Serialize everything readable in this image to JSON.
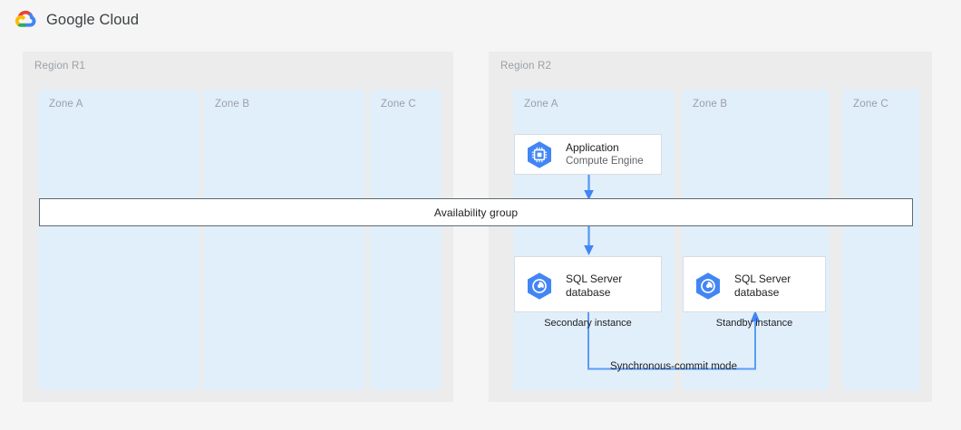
{
  "header": {
    "logo_icon": "google-cloud-logo",
    "title": "Google Cloud"
  },
  "diagram": {
    "availability_group_label": "Availability group",
    "sync_mode_label": "Synchronous-commit mode",
    "regions": [
      {
        "id": "r1",
        "label": "Region R1",
        "zones": [
          {
            "id": "r1-a",
            "label": "Zone A"
          },
          {
            "id": "r1-b",
            "label": "Zone B"
          },
          {
            "id": "r1-c",
            "label": "Zone C"
          }
        ]
      },
      {
        "id": "r2",
        "label": "Region R2",
        "zones": [
          {
            "id": "r2-a",
            "label": "Zone A"
          },
          {
            "id": "r2-b",
            "label": "Zone B"
          },
          {
            "id": "r2-c",
            "label": "Zone C"
          }
        ]
      }
    ],
    "nodes": [
      {
        "id": "application",
        "icon": "compute-engine-icon",
        "title": "Application",
        "subtitle": "Compute Engine",
        "footer": ""
      },
      {
        "id": "sql-secondary",
        "icon": "cloud-sql-icon",
        "title": "SQL Server\ndatabase",
        "subtitle": "",
        "footer": "Secondary instance"
      },
      {
        "id": "sql-standby",
        "icon": "cloud-sql-icon",
        "title": "SQL Server\ndatabase",
        "subtitle": "",
        "footer": "Standby instance"
      }
    ]
  },
  "colors": {
    "page_background": "#f5f5f5",
    "region_fill": "#ececec",
    "zone_fill": "#e1effb",
    "card_fill": "#ffffff",
    "card_border": "#dadce0",
    "accent_blue": "#4285f4",
    "connector_blue": "#5b9bf5",
    "bar_border": "#5f6a72",
    "label_gray": "#9aa0a6",
    "text_dark": "#202124"
  }
}
